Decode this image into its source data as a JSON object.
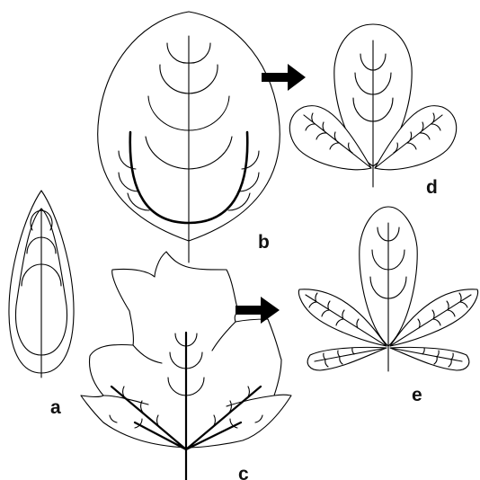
{
  "labels": {
    "a": "a",
    "b": "b",
    "c": "c",
    "d": "d",
    "e": "e"
  },
  "colors": {
    "stroke": "#000000",
    "background": "#ffffff"
  },
  "arrows": [
    {
      "from": "b",
      "to": "d",
      "icon": "right-arrow-icon"
    },
    {
      "from": "c",
      "to": "e",
      "icon": "right-arrow-icon"
    }
  ]
}
